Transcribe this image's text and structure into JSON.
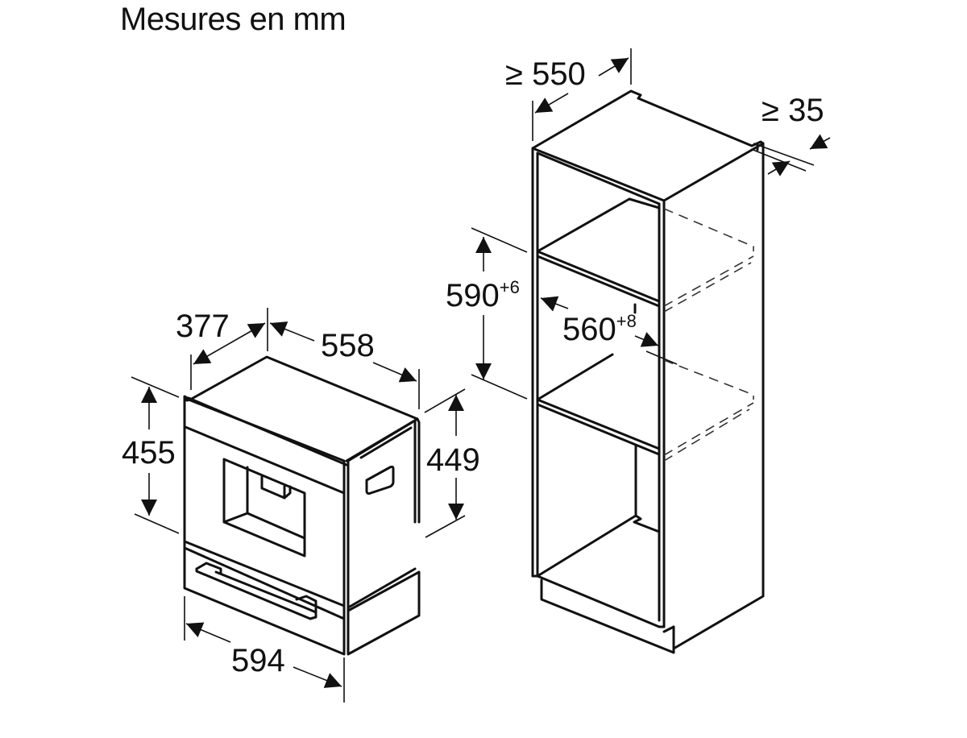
{
  "title": "Mesures en mm",
  "appliance": {
    "name": "built-in coffee machine with drawer",
    "dimensions": {
      "depth_top": "377",
      "width_top": "558",
      "height_front": "455",
      "height_side": "449",
      "width_front": "594"
    }
  },
  "cabinet": {
    "name": "tall housing cabinet",
    "dimensions": {
      "depth": "≥ 550",
      "rear_gap": "≥ 35",
      "niche_height_value": "590",
      "niche_height_tol": "+6",
      "niche_width_value": "560",
      "niche_width_tol": "+8"
    }
  },
  "colors": {
    "line": "#111111",
    "background": "#ffffff"
  }
}
